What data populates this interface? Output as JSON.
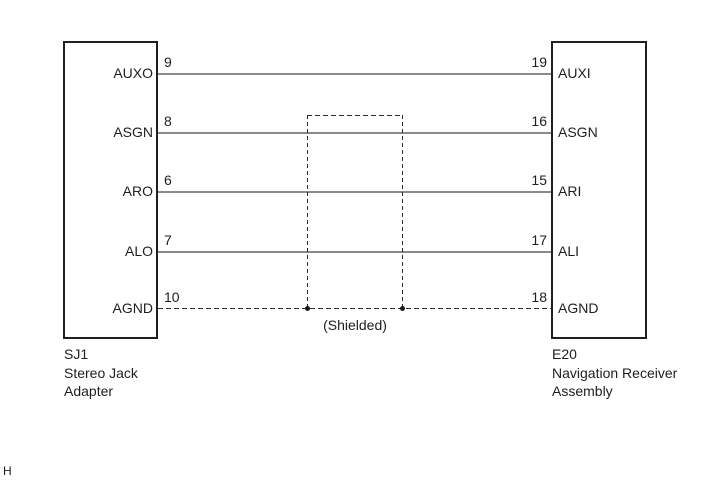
{
  "diagram_type": "wiring-connector-diagram",
  "left_connector": {
    "code": "SJ1",
    "name_line1": "Stereo Jack",
    "name_line2": "Adapter",
    "pins": [
      {
        "number": "9",
        "label": "AUXO"
      },
      {
        "number": "8",
        "label": "ASGN"
      },
      {
        "number": "6",
        "label": "ARO"
      },
      {
        "number": "7",
        "label": "ALO"
      },
      {
        "number": "10",
        "label": "AGND"
      }
    ]
  },
  "right_connector": {
    "code": "E20",
    "name_line1": "Navigation Receiver",
    "name_line2": "Assembly",
    "pins": [
      {
        "number": "19",
        "label": "AUXI"
      },
      {
        "number": "16",
        "label": "ASGN"
      },
      {
        "number": "15",
        "label": "ARI"
      },
      {
        "number": "17",
        "label": "ALI"
      },
      {
        "number": "18",
        "label": "AGND"
      }
    ]
  },
  "wires": [
    {
      "from": "SJ1 pin 9 AUXO",
      "to": "E20 pin 19 AUXI",
      "style": "solid"
    },
    {
      "from": "SJ1 pin 8 ASGN",
      "to": "E20 pin 16 ASGN",
      "style": "solid"
    },
    {
      "from": "SJ1 pin 6 ARO",
      "to": "E20 pin 15 ARI",
      "style": "solid"
    },
    {
      "from": "SJ1 pin 7 ALO",
      "to": "E20 pin 17 ALI",
      "style": "solid"
    },
    {
      "from": "SJ1 pin 10 AGND",
      "to": "E20 pin 18 AGND",
      "style": "dashed"
    }
  ],
  "shield": {
    "label": "(Shielded)",
    "connects_to": "AGND wire"
  },
  "page_marker": "H",
  "colors": {
    "background": "#ffffff",
    "outline": "#1f1f1f",
    "wire": "#8a8a8a",
    "dashed": "#2b2b2b",
    "text": "#1e1e1e"
  }
}
